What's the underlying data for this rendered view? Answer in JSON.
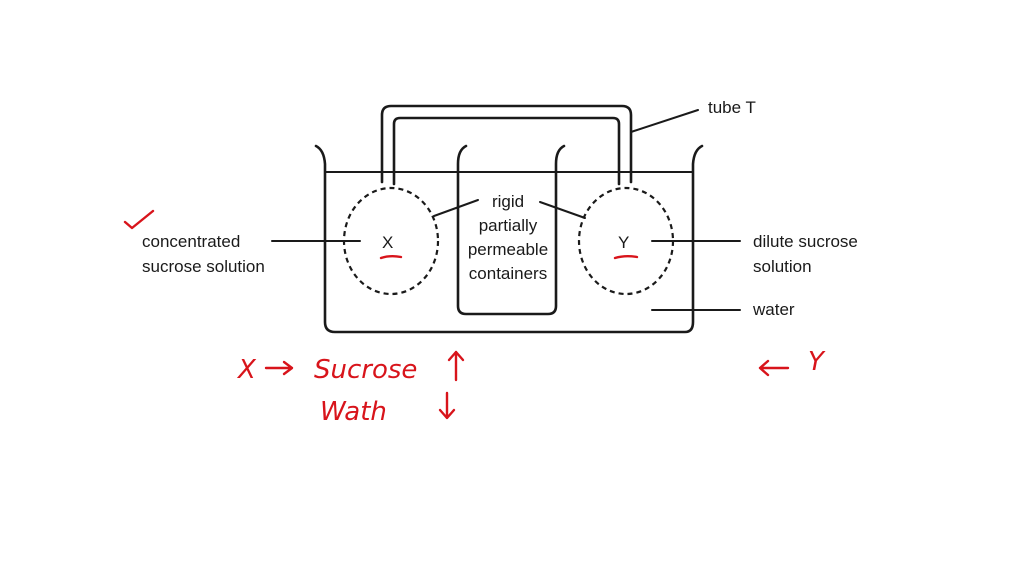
{
  "labels": {
    "tube": "tube T",
    "container_line1": "rigid",
    "container_line2": "partially",
    "container_line3": "permeable",
    "container_line4": "containers",
    "left_line1": "concentrated",
    "left_line2": "sucrose solution",
    "right_line1": "dilute sucrose",
    "right_line2": "solution",
    "water": "water",
    "x": "X",
    "y": "Y"
  },
  "annotations": {
    "x_note": "X",
    "sucrose_note": "Sucrose",
    "water_note": "Wath",
    "y_note": "Y"
  },
  "colors": {
    "ink": "#1a1a1a",
    "annotation": "#d8141b",
    "background": "#ffffff"
  }
}
